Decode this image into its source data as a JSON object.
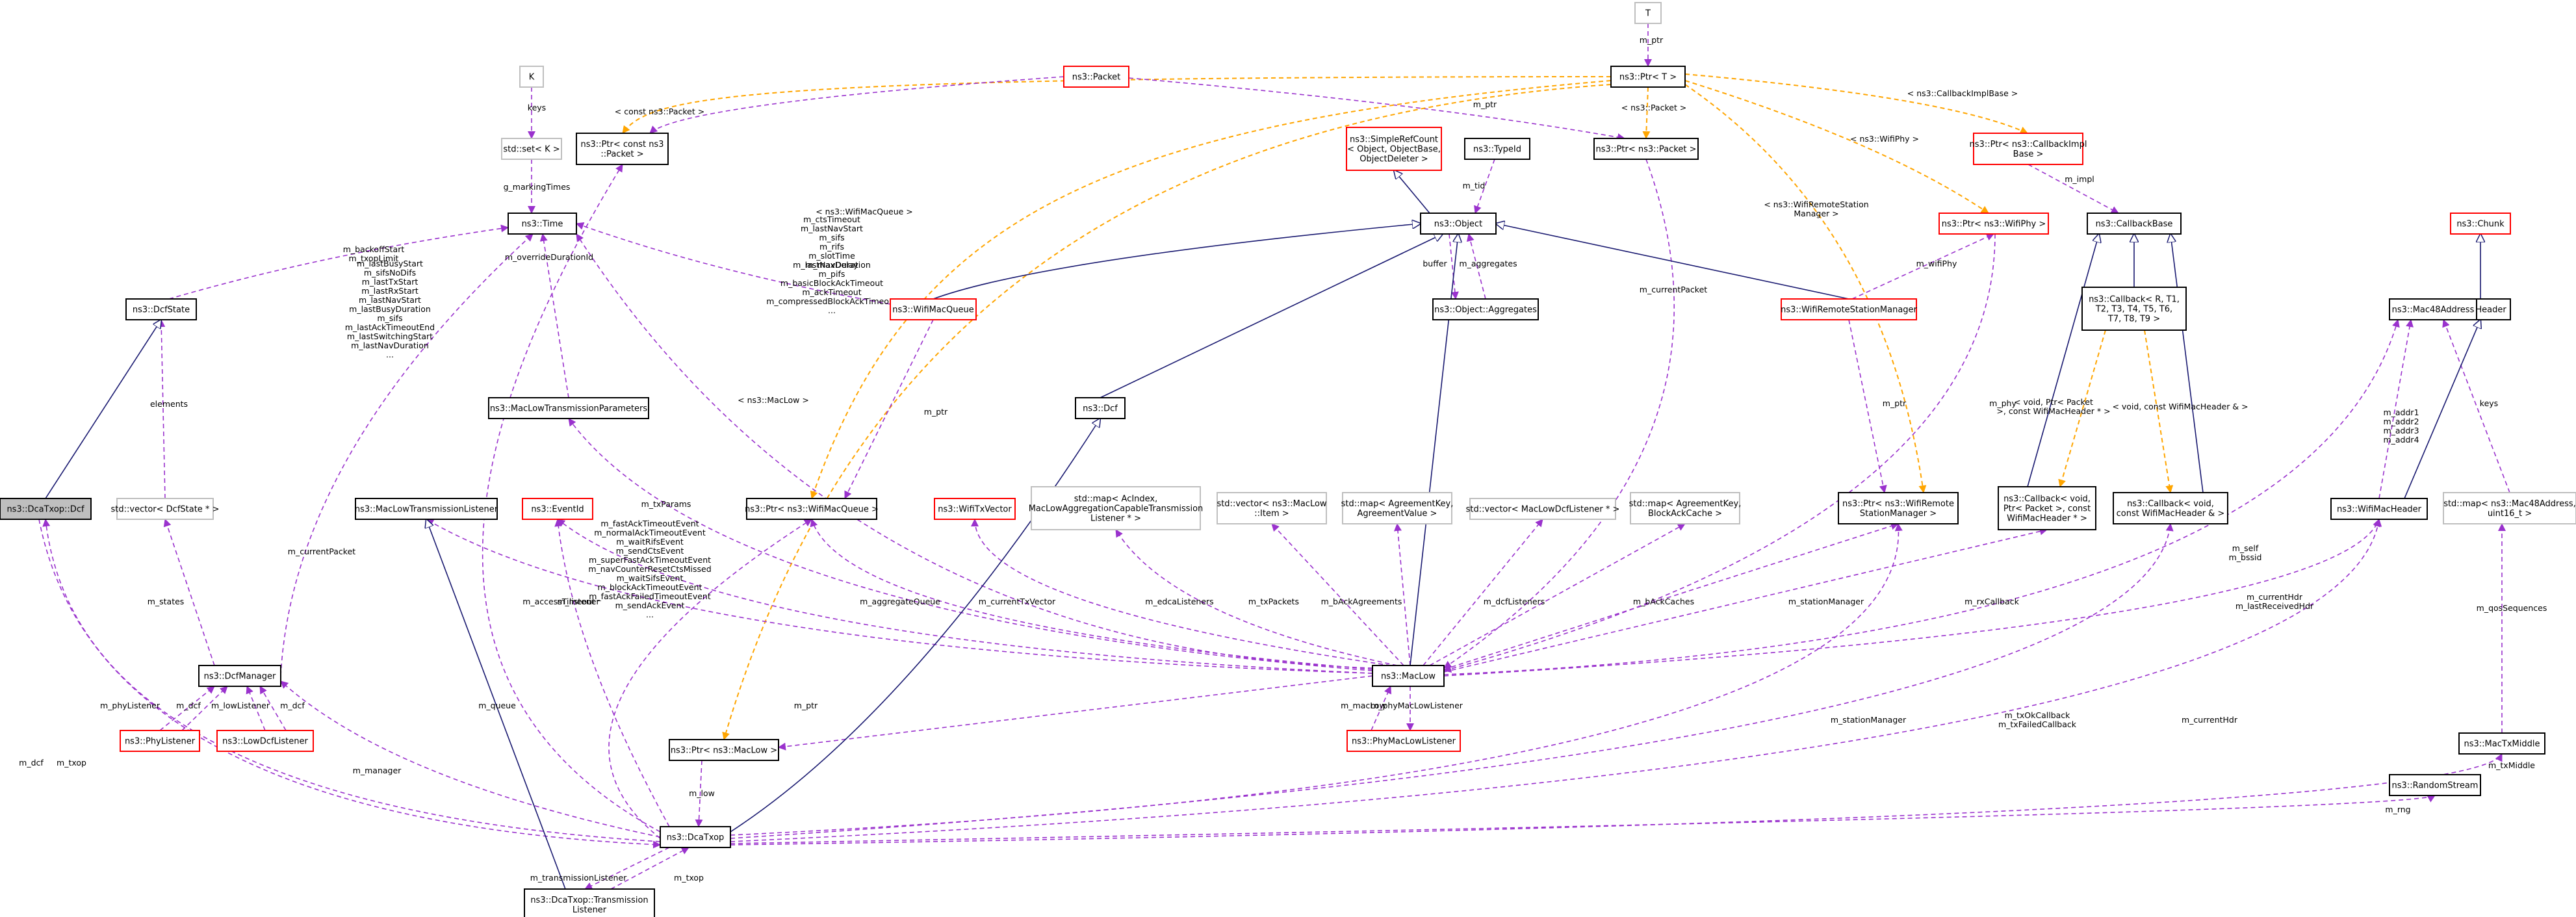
{
  "colors": {
    "use_edge": "#9a32cd",
    "template_edge": "#ffa500",
    "inherit_edge": "#191970",
    "red_border": "#ff0000",
    "gray_border": "#bfbfbf",
    "selected_fill": "#bfbfbf"
  },
  "nodes": {
    "T": {
      "lines": [
        "T"
      ]
    },
    "ptr_t": {
      "lines": [
        "ns3::Ptr< T >"
      ]
    },
    "packet": {
      "lines": [
        "ns3::Packet"
      ]
    },
    "k": {
      "lines": [
        "K"
      ]
    },
    "set_k": {
      "lines": [
        "std::set< K >"
      ]
    },
    "ptr_const_packet": {
      "lines": [
        "ns3::Ptr< const ns3",
        "::Packet >"
      ]
    },
    "time": {
      "lines": [
        "ns3::Time"
      ]
    },
    "dcf_state": {
      "lines": [
        "ns3::DcfState"
      ]
    },
    "dca_txop_dcf": {
      "lines": [
        "ns3::DcaTxop::Dcf"
      ]
    },
    "vector_dcfstate": {
      "lines": [
        "std::vector< DcfState * >"
      ]
    },
    "simple_ref": {
      "lines": [
        "ns3::SimpleRefCount",
        "< Object, ObjectBase,",
        "ObjectDeleter >"
      ]
    },
    "typeid": {
      "lines": [
        "ns3::TypeId"
      ]
    },
    "object": {
      "lines": [
        "ns3::Object"
      ]
    },
    "ptr_packet": {
      "lines": [
        "ns3::Ptr< ns3::Packet >"
      ]
    },
    "wifi_mac_queue": {
      "lines": [
        "ns3::WifiMacQueue"
      ]
    },
    "aggregates": {
      "lines": [
        "ns3::Object::Aggregates"
      ]
    },
    "ptr_callback_impl": {
      "lines": [
        "ns3::Ptr< ns3::CallbackImpl",
        "Base >"
      ]
    },
    "chunk": {
      "lines": [
        "ns3::Chunk"
      ]
    },
    "ptr_wifiphy": {
      "lines": [
        "ns3::Ptr< ns3::WifiPhy >"
      ]
    },
    "callback_base": {
      "lines": [
        "ns3::CallbackBase"
      ]
    },
    "header": {
      "lines": [
        "ns3::Header"
      ]
    },
    "remote_station_manager": {
      "lines": [
        "ns3::WifiRemoteStationManager"
      ]
    },
    "callback_r_t": {
      "lines": [
        "ns3::Callback< R, T1,",
        "T2, T3, T4, T5, T6,",
        "T7, T8, T9 >"
      ]
    },
    "mac48": {
      "lines": [
        "ns3::Mac48Address"
      ]
    },
    "macl_tx_params": {
      "lines": [
        "ns3::MacLowTransmissionParameters"
      ]
    },
    "dcf": {
      "lines": [
        "ns3::Dcf"
      ]
    },
    "ptr_wifimacqueue": {
      "lines": [
        "ns3::Ptr< ns3::WifiMacQueue >"
      ]
    },
    "wifi_tx_vector": {
      "lines": [
        "ns3::WifiTxVector"
      ]
    },
    "map_acindex": {
      "lines": [
        "std::map< AcIndex,",
        "MacLowAggregationCapableTransmission",
        "Listener * >"
      ]
    },
    "vector_maclow_item": {
      "lines": [
        "std::vector< ns3::MacLow",
        "::Item >"
      ]
    },
    "map_agreement_value": {
      "lines": [
        "std::map< AgreementKey,",
        "AgreementValue >"
      ]
    },
    "vector_low_dcf_listener": {
      "lines": [
        "std::vector< MacLowDcfListener * >"
      ]
    },
    "map_agreement_blockack": {
      "lines": [
        "std::map< AgreementKey,",
        "BlockAckCache >"
      ]
    },
    "ptr_remote_station_manager": {
      "lines": [
        "ns3::Ptr< ns3::WifiRemote",
        "StationManager >"
      ]
    },
    "callback_void_ptr_packet": {
      "lines": [
        "ns3::Callback< void,",
        "Ptr< Packet >, const",
        "WifiMacHeader * >"
      ]
    },
    "callback_void_header": {
      "lines": [
        "ns3::Callback< void,",
        "const WifiMacHeader & >"
      ]
    },
    "wifi_mac_header": {
      "lines": [
        "ns3::WifiMacHeader"
      ]
    },
    "map_mac48": {
      "lines": [
        "std::map< ns3::Mac48Address,",
        "uint16_t >"
      ]
    },
    "mac_low_tx_listener": {
      "lines": [
        "ns3::MacLowTransmissionListener"
      ]
    },
    "event_id": {
      "lines": [
        "ns3::EventId"
      ]
    },
    "dcf_manager": {
      "lines": [
        "ns3::DcfManager"
      ]
    },
    "mac_low": {
      "lines": [
        "ns3::MacLow"
      ]
    },
    "phy_listener": {
      "lines": [
        "ns3::PhyListener"
      ]
    },
    "low_dcf_listener": {
      "lines": [
        "ns3::LowDcfListener"
      ]
    },
    "ptr_maclow": {
      "lines": [
        "ns3::Ptr< ns3::MacLow >"
      ]
    },
    "phy_mac_low_listener": {
      "lines": [
        "ns3::PhyMacLowListener"
      ]
    },
    "mac_tx_middle": {
      "lines": [
        "ns3::MacTxMiddle"
      ]
    },
    "random_stream": {
      "lines": [
        "ns3::RandomStream"
      ]
    },
    "dca_txop": {
      "lines": [
        "ns3::DcaTxop"
      ]
    },
    "tx_listener": {
      "lines": [
        "ns3::DcaTxop::Transmission",
        "Listener"
      ]
    }
  },
  "edges": {
    "t_ptr": {
      "lines": [
        "m_ptr"
      ]
    },
    "const_packet": {
      "lines": [
        "< const ns3::Packet >"
      ]
    },
    "k_set": {
      "lines": [
        "keys"
      ]
    },
    "marking": {
      "lines": [
        "g_markingTimes"
      ]
    },
    "ptr_packet_tmpl": {
      "lines": [
        "< ns3::Packet >"
      ]
    },
    "ptr_packet_use": {
      "lines": [
        "m_ptr"
      ]
    },
    "cbimpl_tmpl": {
      "lines": [
        "< ns3::CallbackImplBase >"
      ]
    },
    "wifiphy_tmpl": {
      "lines": [
        "< ns3::WifiPhy >"
      ]
    },
    "rsm_tmpl": {
      "lines": [
        "< ns3::WifiRemoteStation",
        "Manager >"
      ]
    },
    "macl_tmpl": {
      "lines": [
        "< ns3::MacLow >"
      ]
    },
    "wmq_tmpl": {
      "lines": [
        "< ns3::WifiMacQueue >"
      ]
    },
    "tid": {
      "lines": [
        "m_tid"
      ]
    },
    "aggregates": {
      "lines": [
        "m_aggregates"
      ]
    },
    "buffer": {
      "lines": [
        "buffer"
      ]
    },
    "impl": {
      "lines": [
        "m_impl"
      ]
    },
    "backoff": {
      "lines": [
        "m_backoffStart",
        "m_txopLimit"
      ]
    },
    "override": {
      "lines": [
        "m_overrideDurationId"
      ]
    },
    "maxdelay": {
      "lines": [
        "m_maxDelay"
      ]
    },
    "elements": {
      "lines": [
        "elements"
      ]
    },
    "dcfmgr_time": {
      "lines": [
        "m_lastBusyStart",
        "m_sifsNoDifs",
        "m_lastTxStart",
        "m_lastRxStart",
        "m_lastNavStart",
        "m_lastBusyDuration",
        "m_sifs",
        "m_lastAckTimeoutEnd",
        "m_lastSwitchingStart",
        "m_lastNavDuration",
        "..."
      ]
    },
    "maclow_time": {
      "lines": [
        "m_ctsTimeout",
        "m_lastNavStart",
        "m_sifs",
        "m_rifs",
        "m_slotTime",
        "m_lastNavDuration",
        "m_pifs",
        "m_basicBlockAckTimeout",
        "m_ackTimeout",
        "m_compressedBlockAckTimeout",
        "..."
      ]
    },
    "wmq_ptr": {
      "lines": [
        "m_ptr"
      ]
    },
    "current_packet": {
      "lines": [
        "m_currentPacket"
      ]
    },
    "wifi_phy": {
      "lines": [
        "m_wifiPhy"
      ]
    },
    "rsm_ptr": {
      "lines": [
        "m_ptr"
      ]
    },
    "phy": {
      "lines": [
        "m_phy"
      ]
    },
    "callback_tmpl": {
      "lines": [
        "< void, Ptr< Packet",
        ">, const WifiMacHeader * >"
      ]
    },
    "callback_tmpl2": {
      "lines": [
        "< void, const WifiMacHeader & >"
      ]
    },
    "addr": {
      "lines": [
        "m_addr1",
        "m_addr2",
        "m_addr3",
        "m_addr4"
      ]
    },
    "keys": {
      "lines": [
        "keys"
      ]
    },
    "tx_params": {
      "lines": [
        "m_txParams"
      ]
    },
    "event_ids": {
      "lines": [
        "m_fastAckTimeoutEvent",
        "m_normalAckTimeoutEvent",
        "m_waitRifsEvent",
        "m_sendCtsEvent",
        "m_superFastAckTimeoutEvent",
        "m_navCounterResetCtsMissed",
        "m_waitSifsEvent",
        "m_blockAckTimeoutEvent",
        "m_fastAckFailedTimeoutEvent",
        "m_sendAckEvent",
        "..."
      ]
    },
    "current_packet_dca": {
      "lines": [
        "m_currentPacket"
      ]
    },
    "access_timeout": {
      "lines": [
        "m_accessTimeout"
      ]
    },
    "listener": {
      "lines": [
        "m_listener"
      ]
    },
    "aggregate_queue": {
      "lines": [
        "m_aggregateQueue"
      ]
    },
    "current_tx_vector": {
      "lines": [
        "m_currentTxVector"
      ]
    },
    "edca_listeners": {
      "lines": [
        "m_edcaListeners"
      ]
    },
    "tx_packets": {
      "lines": [
        "m_txPackets"
      ]
    },
    "bagreements": {
      "lines": [
        "m_bAckAgreements"
      ]
    },
    "dcf_listeners": {
      "lines": [
        "m_dcfListeners"
      ]
    },
    "back_caches": {
      "lines": [
        "m_bAckCaches"
      ]
    },
    "station_manager": {
      "lines": [
        "m_stationManager"
      ]
    },
    "rx_callback": {
      "lines": [
        "m_rxCallback"
      ]
    },
    "self": {
      "lines": [
        "m_self",
        "m_bssid"
      ]
    },
    "current_hdr": {
      "lines": [
        "m_currentHdr",
        "m_lastReceivedHdr"
      ]
    },
    "qos_seq": {
      "lines": [
        "m_qosSequences"
      ]
    },
    "states": {
      "lines": [
        "m_states"
      ]
    },
    "phy_listener": {
      "lines": [
        "m_phyListener"
      ]
    },
    "low_listener": {
      "lines": [
        "m_lowListener"
      ]
    },
    "dcf_a": {
      "lines": [
        "m_dcf"
      ]
    },
    "dcf_b": {
      "lines": [
        "m_dcf"
      ]
    },
    "queue": {
      "lines": [
        "m_queue"
      ]
    },
    "ptr_maclow": {
      "lines": [
        "m_ptr"
      ]
    },
    "mac_low_back": {
      "lines": [
        "m_macLow"
      ]
    },
    "phy_mac_low_listener": {
      "lines": [
        "m_phyMacLowListener"
      ]
    },
    "station_manager_dca": {
      "lines": [
        "m_stationManager"
      ]
    },
    "tx_ok": {
      "lines": [
        "m_txOkCallback",
        "m_txFailedCallback"
      ]
    },
    "current_hdr_dca": {
      "lines": [
        "m_currentHdr"
      ]
    },
    "tx_middle": {
      "lines": [
        "m_txMiddle"
      ]
    },
    "rng": {
      "lines": [
        "m_rng"
      ]
    },
    "low": {
      "lines": [
        "m_low"
      ]
    },
    "manager": {
      "lines": [
        "m_manager"
      ]
    },
    "dcf_main": {
      "lines": [
        "m_dcf"
      ]
    },
    "txop": {
      "lines": [
        "m_txop"
      ]
    },
    "tx_listener": {
      "lines": [
        "m_transmissionListener"
      ]
    },
    "txop2": {
      "lines": [
        "m_txop"
      ]
    }
  }
}
